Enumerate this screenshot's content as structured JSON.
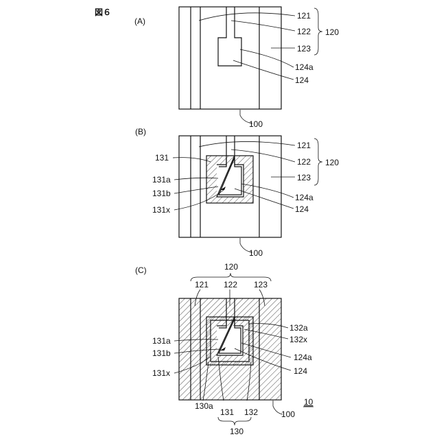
{
  "figure_label": "図６",
  "panel_a": {
    "tag": "(A)",
    "labels": {
      "l121": "121",
      "l122": "122",
      "l123": "123",
      "l124a": "124a",
      "l124": "124",
      "l120": "120",
      "l100": "100"
    }
  },
  "panel_b": {
    "tag": "(B)",
    "labels": {
      "l121": "121",
      "l122": "122",
      "l123": "123",
      "l124a": "124a",
      "l124": "124",
      "l120": "120",
      "l100": "100",
      "l131": "131",
      "l131a": "131a",
      "l131b": "131b",
      "l131x": "131x"
    }
  },
  "panel_c": {
    "tag": "(C)",
    "labels": {
      "l120": "120",
      "l121": "121",
      "l122": "122",
      "l123": "123",
      "l132a": "132a",
      "l132x": "132x",
      "l124a": "124a",
      "l124": "124",
      "l131a": "131a",
      "l131b": "131b",
      "l131x": "131x",
      "l130a": "130a",
      "l131": "131",
      "l132": "132",
      "l130": "130",
      "l100": "100",
      "l10": "10"
    }
  }
}
